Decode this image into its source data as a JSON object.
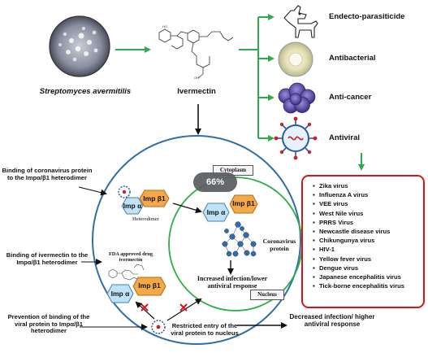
{
  "organism": "Streptomyces avermitilis",
  "drug": "Ivermectin",
  "applications": [
    "Endecto-parasiticide",
    "Antibacterial",
    "Anti-cancer",
    "Antiviral"
  ],
  "virus_list": [
    "Zika virus",
    "Influenza A virus",
    "VEE virus",
    "West Nile virus",
    "PRRS Virus",
    "Newcastle disease virus",
    "Chikungunya virus",
    "HIV-1",
    "Yellow fever virus",
    "Dengue virus",
    "Japanese encephalitis virus",
    "Tick-borne encephalitis virus"
  ],
  "cell": {
    "cytoplasm": "Cytoplasm",
    "nucleus": "Nucleus",
    "progress_badge": "66%",
    "coronavirus_protein": "Coronavirus protein",
    "nucleus_outcome": "Increased infection/lower antiviral response",
    "heterodimer": "Heterodimer",
    "fda_label": "FDA approved drug ivermectin",
    "imp_alpha": "Imp α",
    "imp_beta": "Imp β1",
    "restricted_entry": "Restricted entry of the viral protein to nucleus"
  },
  "side_labels": {
    "binding_corona": "Binding of coronavirus protein to the Impα/β1 heterodimer",
    "binding_ivermectin": "Binding of ivermectin to the Impα/β1 heterodimer",
    "prevention": "Prevention of binding of the viral protein to Impα/β1 heterodimer",
    "outcome": "Decreased infection/ higher antiviral response"
  },
  "colors": {
    "green_arrow": "#2eaa4a",
    "cell_border": "#2f6fa8",
    "nucleus_border": "#2fae4a",
    "list_border": "#d4161b",
    "imp_alpha_fill": "#bfe3f5",
    "imp_beta_fill": "#f3a84a",
    "block_mark": "#d4161b"
  },
  "icons": [
    "petri-dish-icon",
    "ivermectin-structure-icon",
    "dog-icon",
    "antibacterial-plate-icon",
    "cancer-cell-icon",
    "virus-icon",
    "coronavirus-particle-icon"
  ]
}
